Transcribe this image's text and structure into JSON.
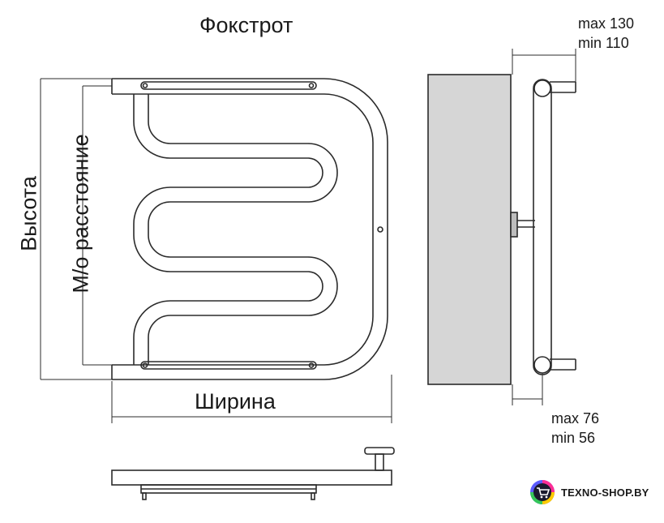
{
  "title": "Фокстрот",
  "labels": {
    "height": "Высота",
    "center_distance": "М/о расстояние",
    "width": "Ширина"
  },
  "dimensions": {
    "depth_max": "max 130",
    "depth_min": "min 110",
    "offset_max": "max 76",
    "offset_min": "min 56"
  },
  "brand": {
    "name": "TEXNO-SHOP.BY",
    "logo_colors": [
      "#ff3b30",
      "#ffcc00",
      "#34c759",
      "#5b5bff",
      "#ff2d95"
    ]
  },
  "colors": {
    "line": "#2b2b2b",
    "wall": "#d6d6d6"
  }
}
